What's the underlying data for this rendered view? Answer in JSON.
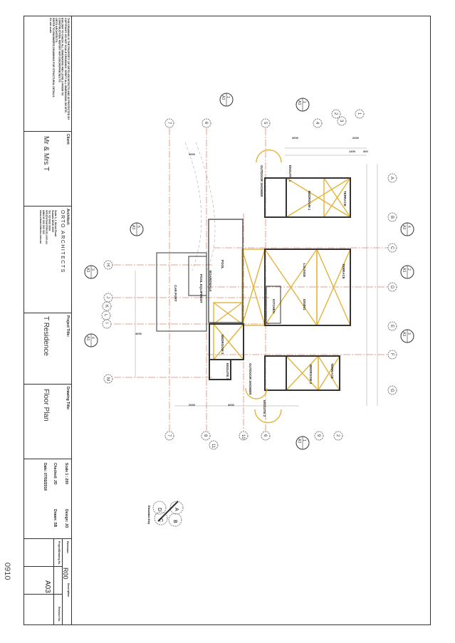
{
  "sheet": {
    "page_number": "0910"
  },
  "title_block": {
    "notes": [
      "THIS DRAWING IS THE PROPERTY OF ORTO ARCHITECTS AND IS PROTECTED BY",
      "COPYRIGHT. DO NOT SCALE DRAWINGS. VERIFY ALL DIMENSIONS ON SITE.",
      "BUILDER TO CHECK ALL DIMENSIONS AND LEVELS PRIOR TO",
      "CONSTRUCTION. REPORT ANY DISCREPANCIES TO",
      "ORTO ARCHITECTS.",
      "REFER TO ENGINEERS DRAWINGS FOR STRUCTURAL DETAILS.",
      "Do not scale"
    ],
    "client_label": "Client:",
    "client": "Mr & Mrs T",
    "architect_label": "Architect:",
    "architect": "ORTO ARCHITECTS",
    "architect_details": [
      "Suite 1, 1 Street Road",
      "Suburb NSW 2000",
      "Tel: 02 0000 0000",
      "info@ortoarchitects.com.au",
      "ABN 00 000 000 000",
      "www.ortoarchitects.com.au"
    ],
    "project_label": "Project Title:",
    "project": "T Residence",
    "drawing_label": "Drawing Title:",
    "drawing": "Floor Plan",
    "scale": "Scale 1 : 200",
    "design": "Design: JO",
    "checked": "Checked: JO",
    "drawn": "Drawn: SB",
    "date": "Date: 07/02/2018",
    "revision_label": "Revision",
    "revision": "R00",
    "description_label": "Description",
    "project_no_label": "Project/Drawing No.",
    "drawing_no": "A03",
    "revision_no_label": "Revision No."
  },
  "plan": {
    "rooms": [
      "ENSUITE 1",
      "OUTDOOR SHOWER",
      "BEDROOM 1",
      "TERRACE",
      "POOL",
      "LOUNGE",
      "TERRACE",
      "KITCHEN",
      "DINING",
      "BEDROOM 3",
      "OUTDOOR SHOWER",
      "ENSUITE 3",
      "BEDROOM 2",
      "TERRACE",
      "ENSUITE 2",
      "CAR PORT",
      "BOARDWALK",
      "POOL EQUIPMENT"
    ],
    "grid_top": [
      "7",
      "6",
      "5",
      "4",
      "3",
      "2",
      "1"
    ],
    "grid_bottom": [
      "7",
      "8",
      "10",
      "6",
      "9",
      "2",
      "11"
    ],
    "grid_right": [
      "A",
      "B",
      "C",
      "D",
      "E",
      "F",
      "G"
    ],
    "grid_left": [
      "H",
      "J",
      "K",
      "L",
      "I",
      "M"
    ],
    "section_markers": [
      [
        "1",
        "A3"
      ],
      [
        "1",
        "A3"
      ],
      [
        "4",
        "A3"
      ],
      [
        "2",
        "A3"
      ],
      [
        "3",
        "A3"
      ],
      [
        "3",
        "A3"
      ],
      [
        "4",
        "A3"
      ],
      [
        "5",
        "A3"
      ],
      [
        "1",
        "A3"
      ]
    ],
    "dimensions": [
      "4000",
      "2000",
      "1400",
      "300",
      "4000",
      "2000",
      "4000",
      "4000"
    ],
    "elevation_key_label": "Elevation Key",
    "elevation_key": [
      "A",
      "B",
      "C",
      "D"
    ]
  },
  "colors": {
    "grid": "#e0866a",
    "hatch": "#e2b43a",
    "wall": "#333333"
  }
}
